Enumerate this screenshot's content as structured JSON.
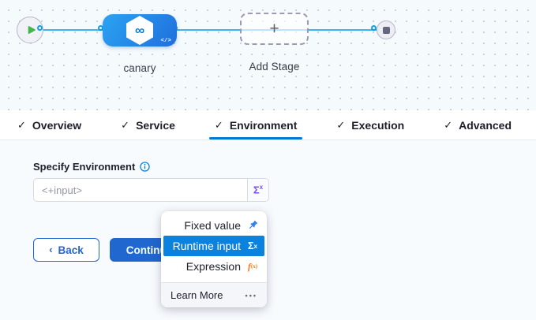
{
  "canvas": {
    "stage_name": "canary",
    "add_stage_label": "Add Stage",
    "glyphs": {
      "plus": "+",
      "stage_icon": "∞",
      "code": "</>"
    }
  },
  "tabs": {
    "check": "✓",
    "items": [
      {
        "label": "Overview"
      },
      {
        "label": "Service"
      },
      {
        "label": "Environment"
      },
      {
        "label": "Execution"
      },
      {
        "label": "Advanced"
      }
    ],
    "active": "Environment"
  },
  "form": {
    "label": "Specify Environment",
    "input_placeholder": "<+input>",
    "sigma": "Σ",
    "sigma_sup": "x"
  },
  "buttons": {
    "back_chevron": "‹",
    "back": "Back",
    "continue": "Continue"
  },
  "menu": {
    "items": [
      {
        "label": "Fixed value"
      },
      {
        "label": "Runtime input"
      },
      {
        "label": "Expression"
      }
    ],
    "fx_f": "f",
    "fx_sub": "(x)",
    "footer": {
      "learn_more": "Learn More",
      "ellipsis": "•••"
    }
  },
  "colors": {
    "primary_blue": "#0278d5",
    "highlight_blue": "#0b82dd",
    "button_blue": "#2067cf",
    "line_blue": "#3db4f0",
    "node_gradient_start": "#2ba3f2",
    "node_gradient_end": "#1f6fdd",
    "expression_orange": "#ff7a21",
    "sigma_purple": "#7a4ff0",
    "play_green": "#44b54d"
  }
}
